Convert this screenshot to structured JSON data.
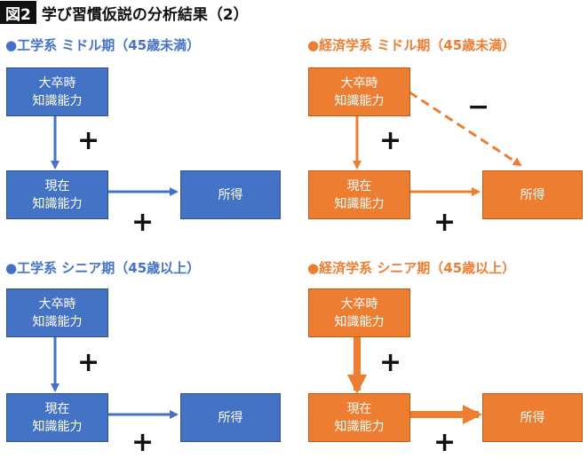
{
  "figure": {
    "label": "図2",
    "title": "学び習慣仮説の分析結果（2）"
  },
  "panels": [
    {
      "title": "●工学系 ミドル期（45歳未満）",
      "color": "#4472c4",
      "box_top": [
        "大卒時",
        "知識能力"
      ],
      "box_mid": [
        "現在",
        "知識能力"
      ],
      "box_right": "所得",
      "sign_vertical": "+",
      "sign_horizontal": "+"
    },
    {
      "title": "●経済学系 ミドル期（45歳未満）",
      "color": "#ed7d31",
      "box_top": [
        "大卒時",
        "知識能力"
      ],
      "box_mid": [
        "現在",
        "知識能力"
      ],
      "box_right": "所得",
      "sign_vertical": "+",
      "sign_horizontal": "+",
      "sign_diagonal": "−"
    },
    {
      "title": "●工学系 シニア期（45歳以上）",
      "color": "#4472c4",
      "box_top": [
        "大卒時",
        "知識能力"
      ],
      "box_mid": [
        "現在",
        "知識能力"
      ],
      "box_right": "所得",
      "sign_vertical": "+",
      "sign_horizontal": "+"
    },
    {
      "title": "●経済学系 シニア期（45歳以上）",
      "color": "#ed7d31",
      "box_top": [
        "大卒時",
        "知識能力"
      ],
      "box_mid": [
        "現在",
        "知識能力"
      ],
      "box_right": "所得",
      "sign_vertical": "+",
      "sign_horizontal": "+"
    }
  ],
  "colors": {
    "blue": "#4472c4",
    "orange": "#ed7d31"
  }
}
